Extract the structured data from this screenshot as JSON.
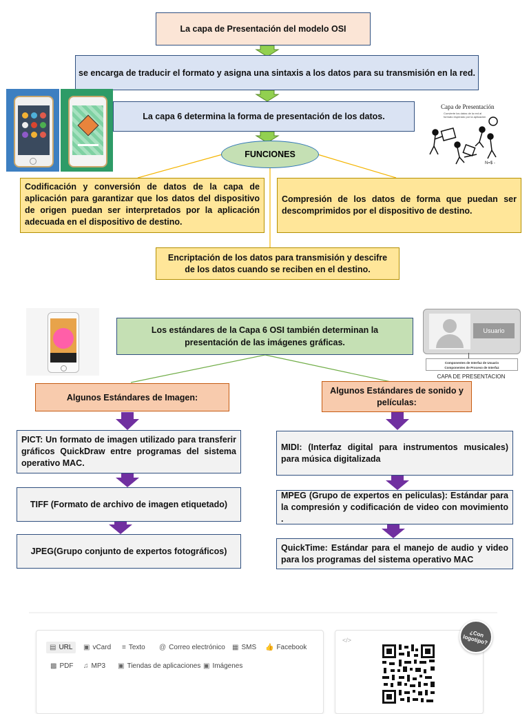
{
  "top": {
    "title": "La capa de Presentación del modelo OSI",
    "description": "se encarga de traducir el formato y asigna una sintaxis a los datos para su transmisión en la red.",
    "capa6": "La capa 6 determina la forma de presentación de los datos.",
    "funciones": "FUNCIONES",
    "func_left": "Codificación y conversión de datos de la capa de aplicación para garantizar que los datos del dispositivo de origen puedan    ser interpretados por la aplicación adecuada en el dispositivo de destino.",
    "func_right": "Compresión de los datos de forma que puedan ser descomprimidos por el dispositivo de destino.",
    "func_bottom": "Encriptación de los datos para transmisión y descifre de los datos cuando se reciben en el destino.",
    "sketch_title": "Capa de Presentación",
    "sketch_lines": [
      "Convierte los datos de la red al",
      "formato esperado por la aplicación"
    ],
    "sketch_note": "N=$ -"
  },
  "standards": {
    "intro": "Los estándares de la Capa 6 OSI también determinan la presentación de las imágenes gráficas.",
    "user_label": "Usuario",
    "user_small_1": "Componentes de Interfaz de Usuario",
    "user_small_2": "Componentes de Proceso de Interfaz",
    "capa_label": "CAPA DE PRESENTACION",
    "image_heading": "Algunos Estándares de Imagen:",
    "sound_heading": "Algunos Estándares de sonido y películas:",
    "image_items": [
      "PICT: Un formato de imagen utilizado para transferir gráficos QuickDraw entre programas del sistema operativo MAC.",
      "TIFF (Formato de archivo de imagen etiquetado)",
      "JPEG(Grupo conjunto de expertos fotográficos)"
    ],
    "sound_items": [
      "MIDI: (Interfaz digital para instrumentos musicales) para música digitalizada",
      "MPEG (Grupo de expertos en peliculas): Estándar para la compresión y codificación de video con movimiento .",
      "QuickTime: Estándar para el manejo de audio y video para los programas del sistema operativo MAC"
    ]
  },
  "qr_panel": {
    "tabs_row1": [
      {
        "icon": "url-icon",
        "label": "URL"
      },
      {
        "icon": "vcard-icon",
        "label": "vCard"
      },
      {
        "icon": "text-icon",
        "label": "Texto"
      },
      {
        "icon": "email-icon",
        "label": "Correo electrónico"
      },
      {
        "icon": "sms-icon",
        "label": "SMS"
      },
      {
        "icon": "facebook-icon",
        "label": "Facebook"
      }
    ],
    "tabs_row2": [
      {
        "icon": "pdf-icon",
        "label": "PDF"
      },
      {
        "icon": "mp3-icon",
        "label": "MP3"
      },
      {
        "icon": "appstore-icon",
        "label": "Tiendas de aplicaciones"
      },
      {
        "icon": "images-icon",
        "label": "Imágenes"
      }
    ],
    "badge": "¿Con logotipo?",
    "code_icon": "</>"
  },
  "colors": {
    "peach": "#fbe5d6",
    "blue": "#dae3f3",
    "yellow": "#ffe699",
    "green": "#c5e0b4",
    "salmon": "#f8cbad",
    "purple": "#7030a0",
    "arrow_green": "#92d050"
  }
}
